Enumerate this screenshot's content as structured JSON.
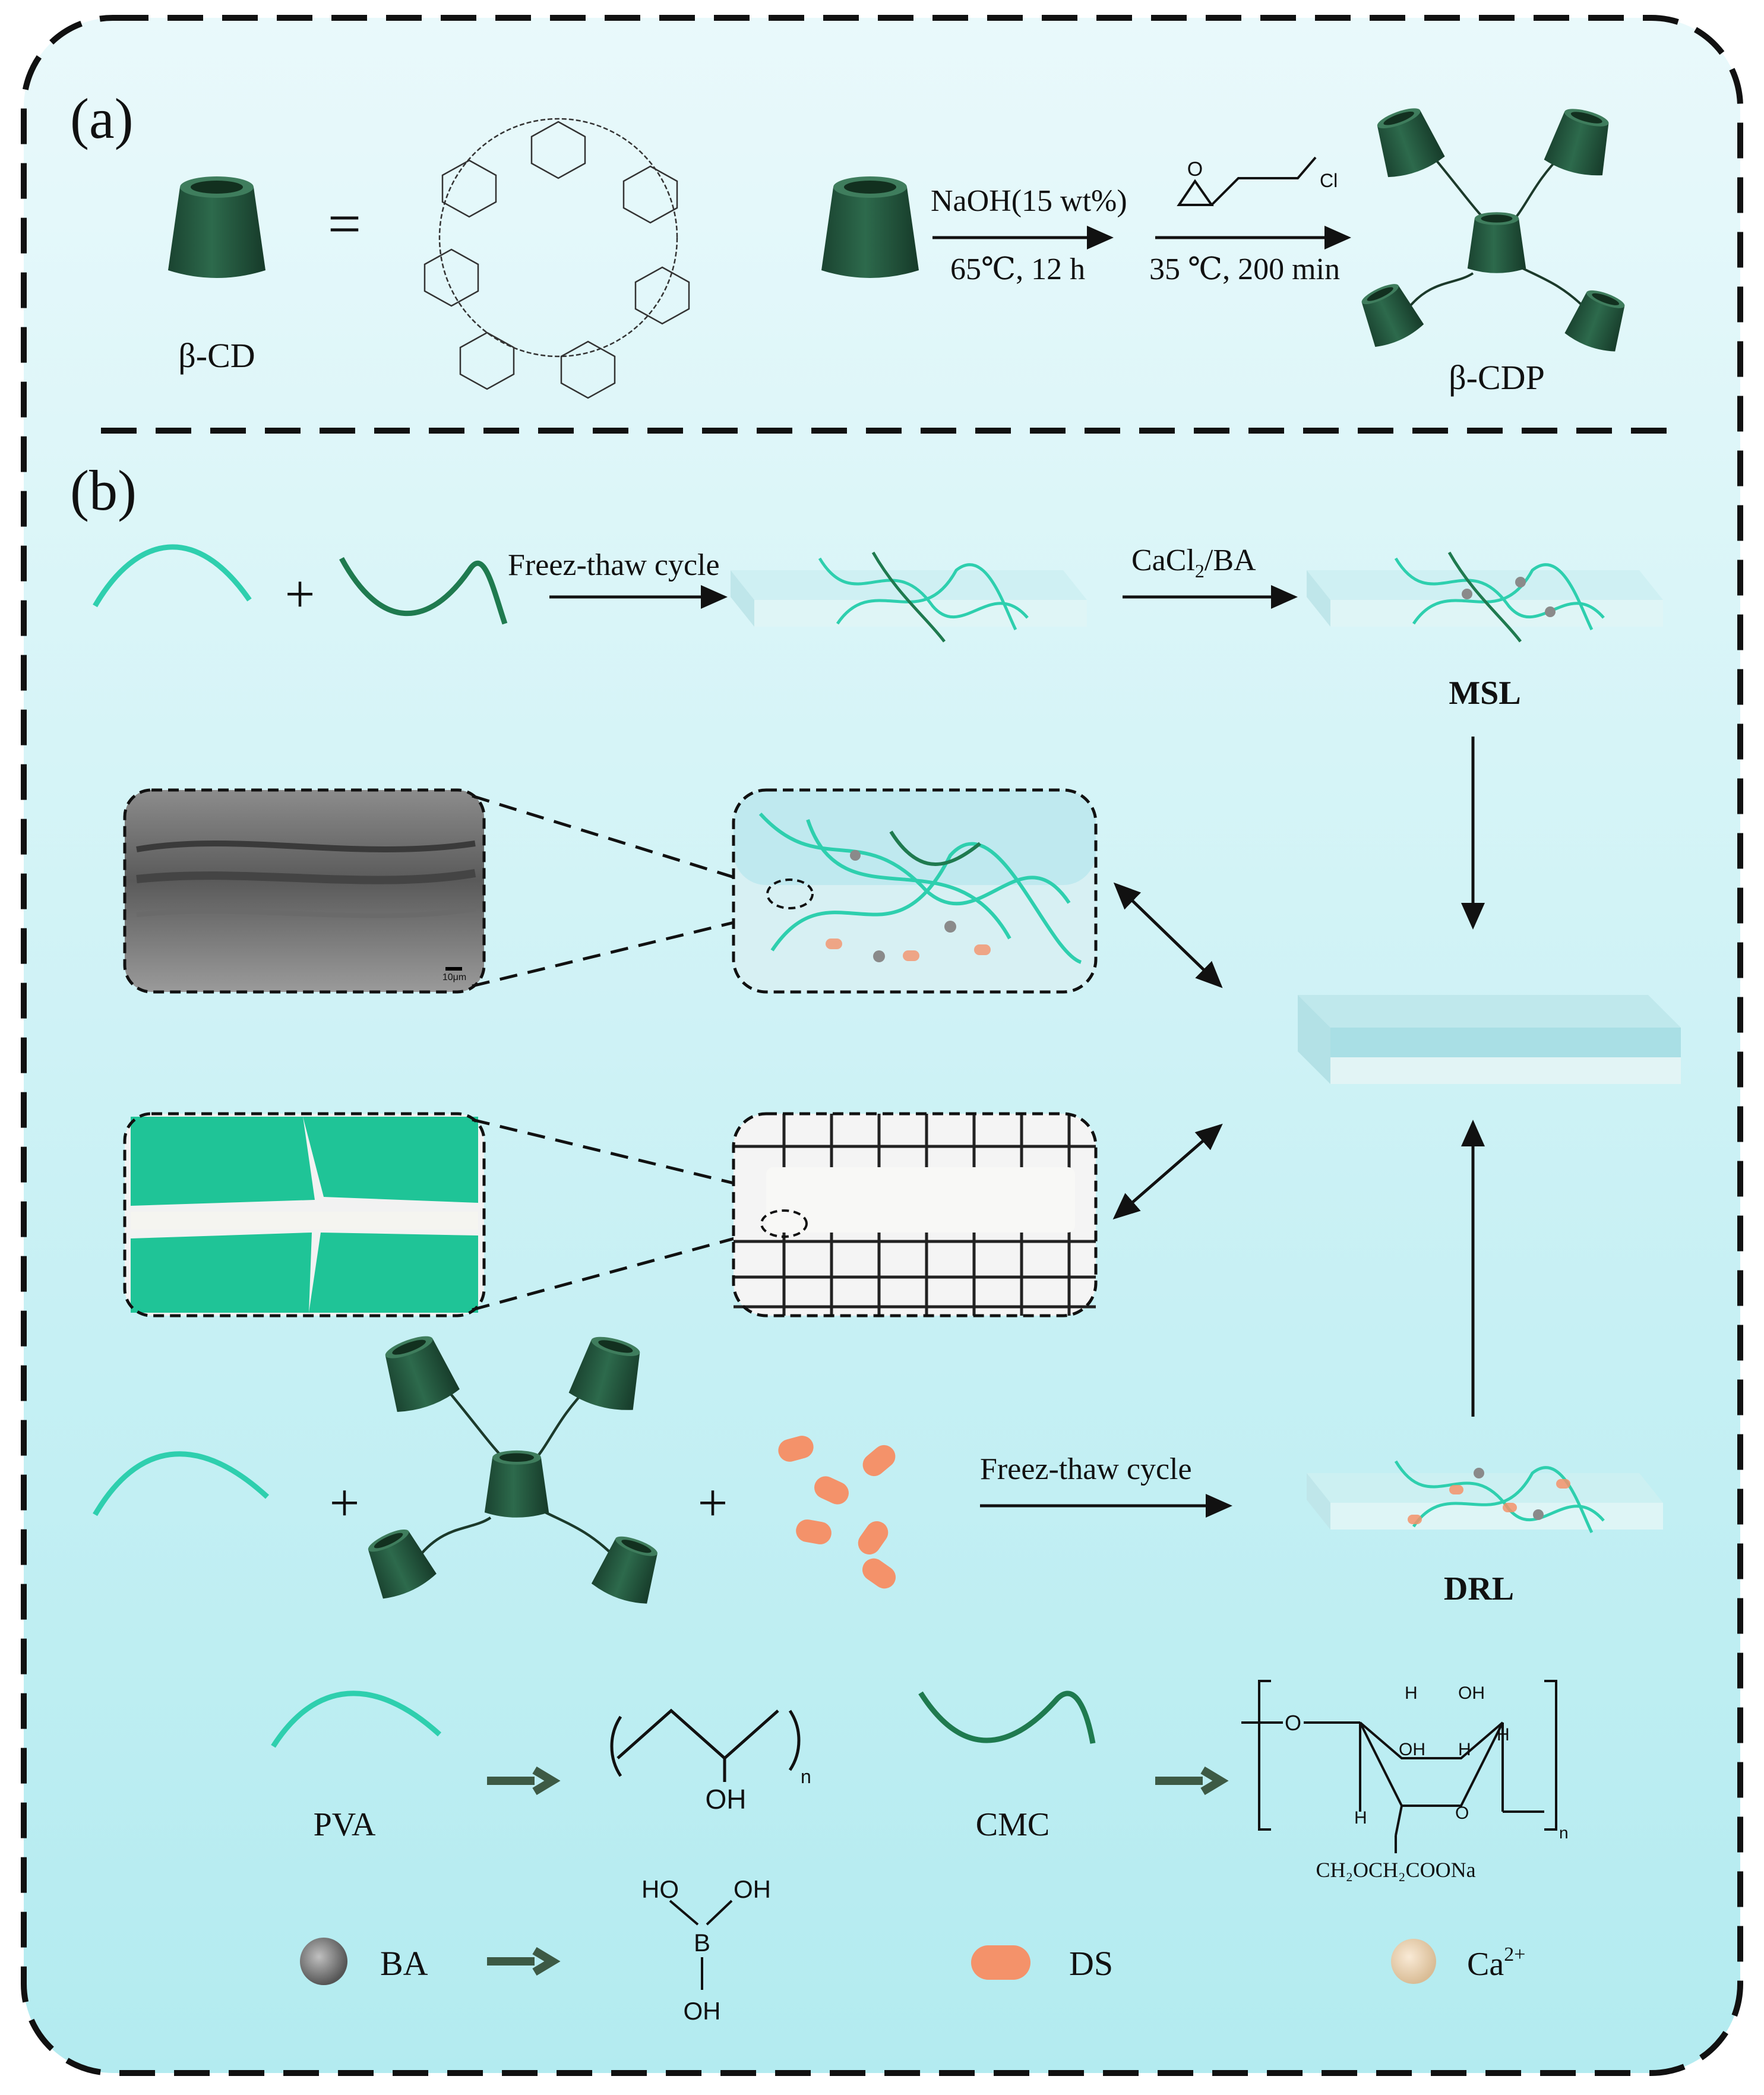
{
  "panel_a": {
    "label": "(a)",
    "monomer_label": "β-CD",
    "equals": "=",
    "step1": {
      "top": "NaOH(15 wt%)",
      "bottom": "65℃, 12 h"
    },
    "step2": {
      "reagent_atom": "Cl",
      "reagent_o": "O",
      "bottom": "35 ℃, 200 min"
    },
    "polymer_label": "β-CDP"
  },
  "panel_b": {
    "label": "(b)",
    "plus": "+",
    "top_row": {
      "arrow1_label": "Freez-thaw cycle",
      "arrow2_label_main": "CaCl",
      "arrow2_label_sub": "2",
      "arrow2_label_tail": "/BA",
      "product": "MSL"
    },
    "sem_scalebar": "10μm",
    "bottom_row": {
      "arrow_label": "Freez-thaw cycle",
      "product": "DRL"
    },
    "legend": {
      "pva": "PVA",
      "cmc": "CMC",
      "ba": "BA",
      "ds": "DS",
      "ca_main": "Ca",
      "ca_sup": "2+",
      "pva_oh": "OH",
      "pva_n": "n",
      "ba_ho_left": "HO",
      "ba_oh_right": "OH",
      "ba_b": "B",
      "ba_oh_bottom": "OH",
      "cmc_o": "O",
      "cmc_h": "H",
      "cmc_oh": "OH",
      "cmc_n": "n",
      "cmc_sub": "CH₂OCH₂COONa"
    }
  },
  "colors": {
    "frame_dash": "#111111",
    "background_top": "#e6f8fa",
    "background_bottom": "#b7ecf1",
    "pva_chain": "#2ecfae",
    "cmc_chain": "#1f7a4f",
    "cd_cup": "#245a40",
    "ds_particle": "#f4926a",
    "ba_sphere": "#8a8a8a",
    "ca_sphere": "#efd7b8",
    "glove": "#1fc497",
    "arrow_green": "#3d5a45"
  }
}
